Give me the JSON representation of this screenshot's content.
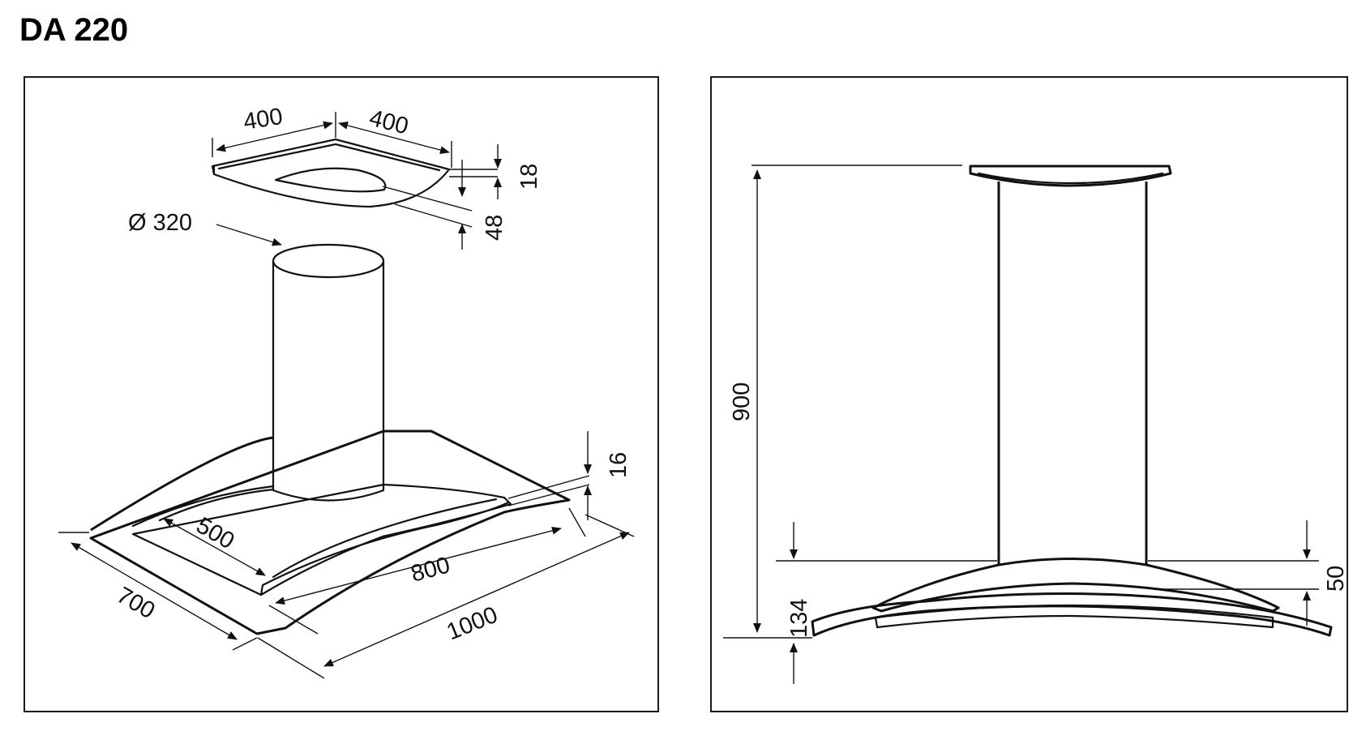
{
  "title": "DA 220",
  "left_view": {
    "dim_top_left": "400",
    "dim_top_right": "400",
    "dim_plate_thickness": "18",
    "dim_plate_height": "48",
    "dim_chimney_diameter": "Ø 320",
    "dim_glass_thickness": "16",
    "dim_depth_inner": "500",
    "dim_width_inner": "800",
    "dim_depth_outer": "700",
    "dim_width_outer": "1000"
  },
  "right_view": {
    "dim_total_height": "900",
    "dim_canopy_height": "134",
    "dim_body_height": "50"
  }
}
